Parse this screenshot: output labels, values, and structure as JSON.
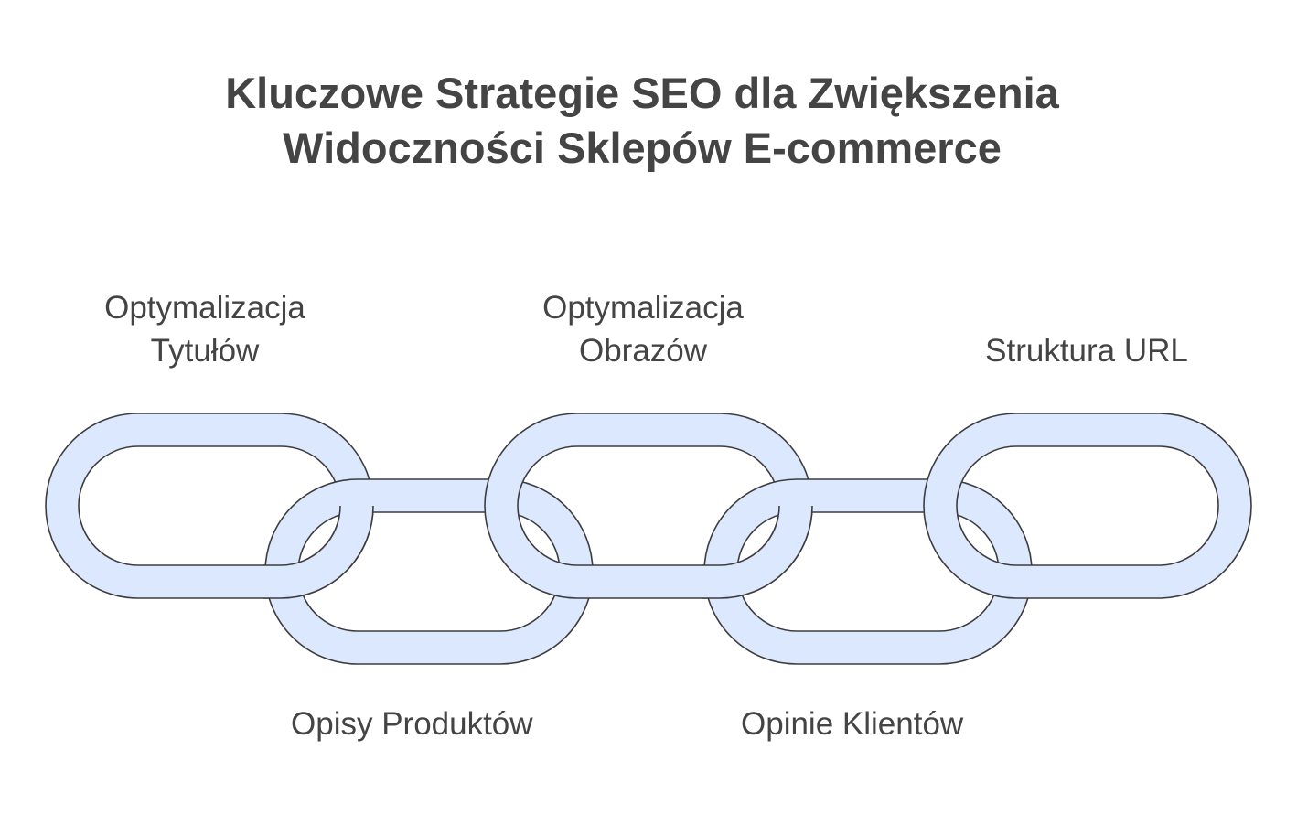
{
  "title": {
    "line1": "Kluczowe Strategie SEO dla Zwiększenia",
    "line2": "Widoczności Sklepów E-commerce"
  },
  "links": [
    {
      "lines": [
        "Optymalizacja",
        "Tytułów"
      ]
    },
    {
      "lines": [
        "Opisy Produktów"
      ]
    },
    {
      "lines": [
        "Optymalizacja",
        "Obrazów"
      ]
    },
    {
      "lines": [
        "Opinie Klientów"
      ]
    },
    {
      "lines": [
        "Struktura URL"
      ]
    }
  ],
  "colors": {
    "link_fill": "#dce8fd",
    "link_stroke": "#3d3d3d",
    "text": "#444444"
  }
}
